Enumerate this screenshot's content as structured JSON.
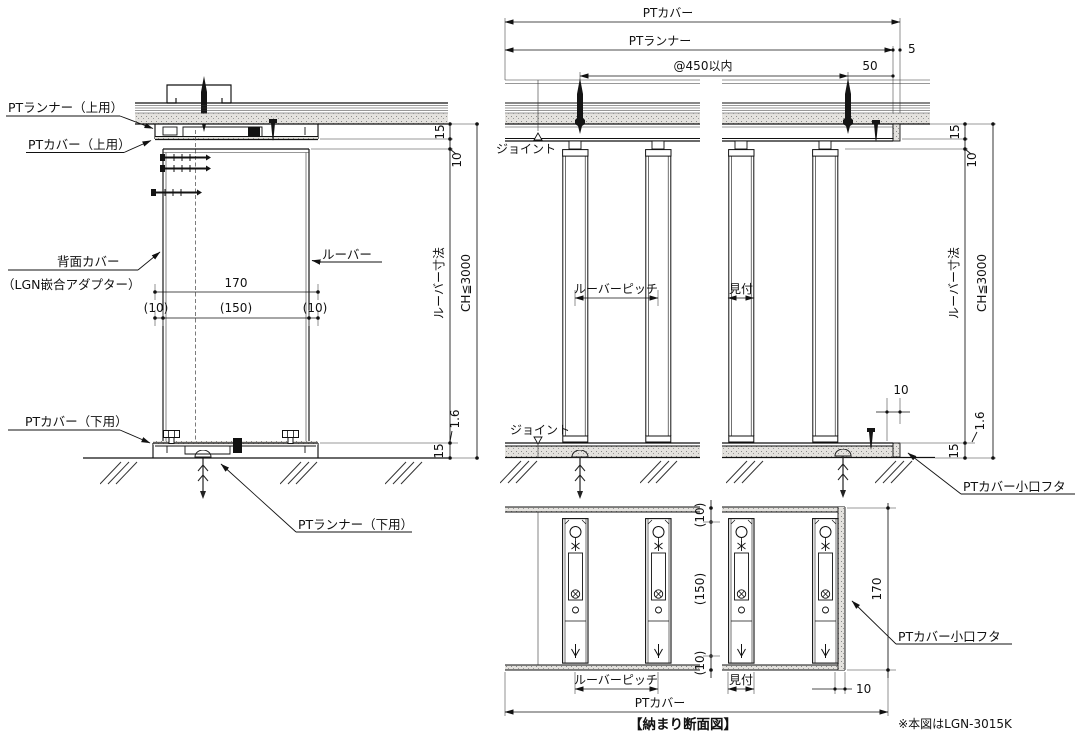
{
  "drawing": {
    "title": "【納まり断面図】",
    "note": "※本図はLGN-3015K",
    "section": {
      "pt_runner_top": "PTランナー（上用）",
      "pt_cover_top": "PTカバー（上用）",
      "back_cover": "背面カバー",
      "back_cover_sub": "（LGN嵌合アダプター）",
      "louver": "ルーバー",
      "pt_cover_bottom": "PTカバー（下用）",
      "pt_runner_bottom": "PTランナー（下用）",
      "dim_width_total": "170",
      "dim_width_left": "(10)",
      "dim_width_center": "(150)",
      "dim_width_right": "(10)",
      "dim_top_offset": "15",
      "dim_louver_gap": "10",
      "louver_height": "ルーバー寸法",
      "ceiling_height": "CH≦3000",
      "dim_thickness": "1.6",
      "dim_bottom_offset": "15"
    },
    "elevation": {
      "dim_pt_cover": "PTカバー",
      "dim_pt_runner": "PTランナー",
      "dim_screw_pitch": "@450以内",
      "dim_50": "50",
      "dim_5": "5",
      "joint_top": "ジョイント",
      "joint_bottom": "ジョイント",
      "louver_pitch": "ルーバーピッチ",
      "mitsuke": "見付",
      "dim_top_offset": "15",
      "dim_louver_gap": "10",
      "louver_height": "ルーバー寸法",
      "ceiling_height": "CH≦3000",
      "dim_end_gap": "10",
      "dim_thickness": "1.6",
      "dim_bottom_offset": "15",
      "end_cap": "PTカバー小口フタ"
    },
    "plan": {
      "dim_d_top": "(10)",
      "dim_d_center": "(150)",
      "dim_d_bottom": "(10)",
      "dim_depth": "170",
      "dim_end_gap": "10",
      "louver_pitch": "ルーバーピッチ",
      "mitsuke": "見付",
      "pt_cover": "PTカバー",
      "end_cap": "PTカバー小口フタ"
    }
  }
}
